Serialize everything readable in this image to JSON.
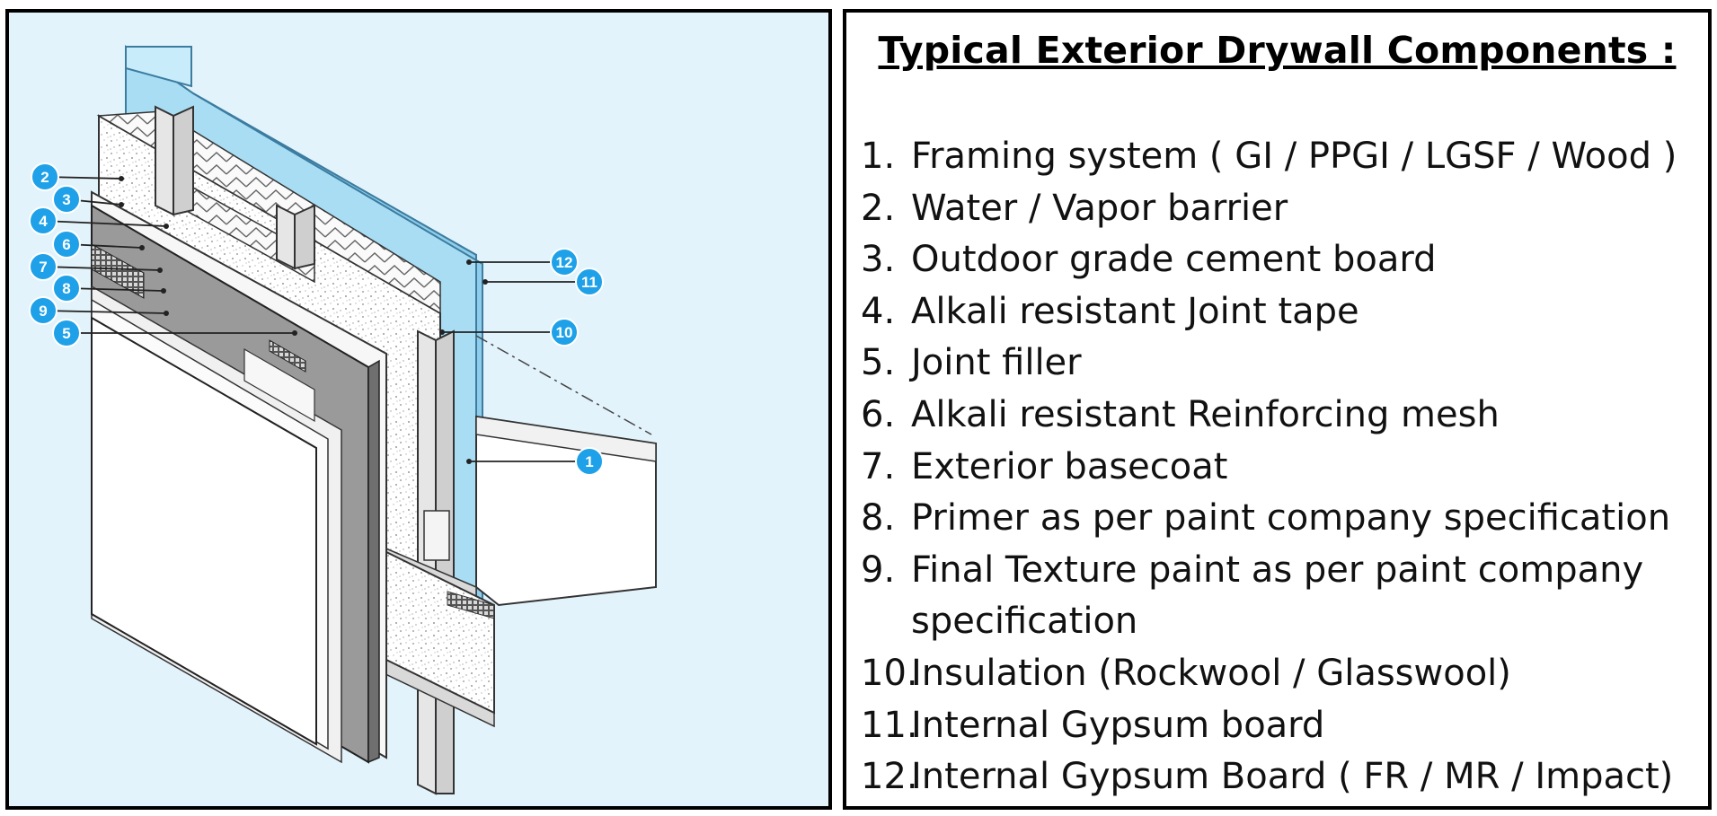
{
  "title": "Typical Exterior Drywall Components :",
  "components": [
    {
      "num": "1.",
      "text": "Framing system ( GI / PPGI / LGSF / Wood )"
    },
    {
      "num": "2.",
      "text": "Water / Vapor barrier"
    },
    {
      "num": "3.",
      "text": "Outdoor grade cement board"
    },
    {
      "num": "4.",
      "text": "Alkali resistant Joint tape"
    },
    {
      "num": "5.",
      "text": "Joint filler"
    },
    {
      "num": "6.",
      "text": "Alkali resistant Reinforcing mesh"
    },
    {
      "num": "7.",
      "text": "Exterior basecoat"
    },
    {
      "num": "8.",
      "text": "Primer as per paint company specification"
    },
    {
      "num": "9.",
      "text": "Final Texture paint as per paint company specification"
    },
    {
      "num": "10.",
      "text": "Insulation (Rockwool / Glasswool)"
    },
    {
      "num": "11.",
      "text": "Internal Gypsum board"
    },
    {
      "num": "12.",
      "text": "Internal Gypsum Board ( FR / MR / Impact)"
    }
  ],
  "callouts": [
    "2",
    "3",
    "4",
    "6",
    "7",
    "8",
    "9",
    "5",
    "12",
    "11",
    "10",
    "1"
  ],
  "colors": {
    "callout": "#1ea1e8",
    "background": "#e3f3fb",
    "glass": "#a9ddf4",
    "board": "#9a9a9a"
  }
}
